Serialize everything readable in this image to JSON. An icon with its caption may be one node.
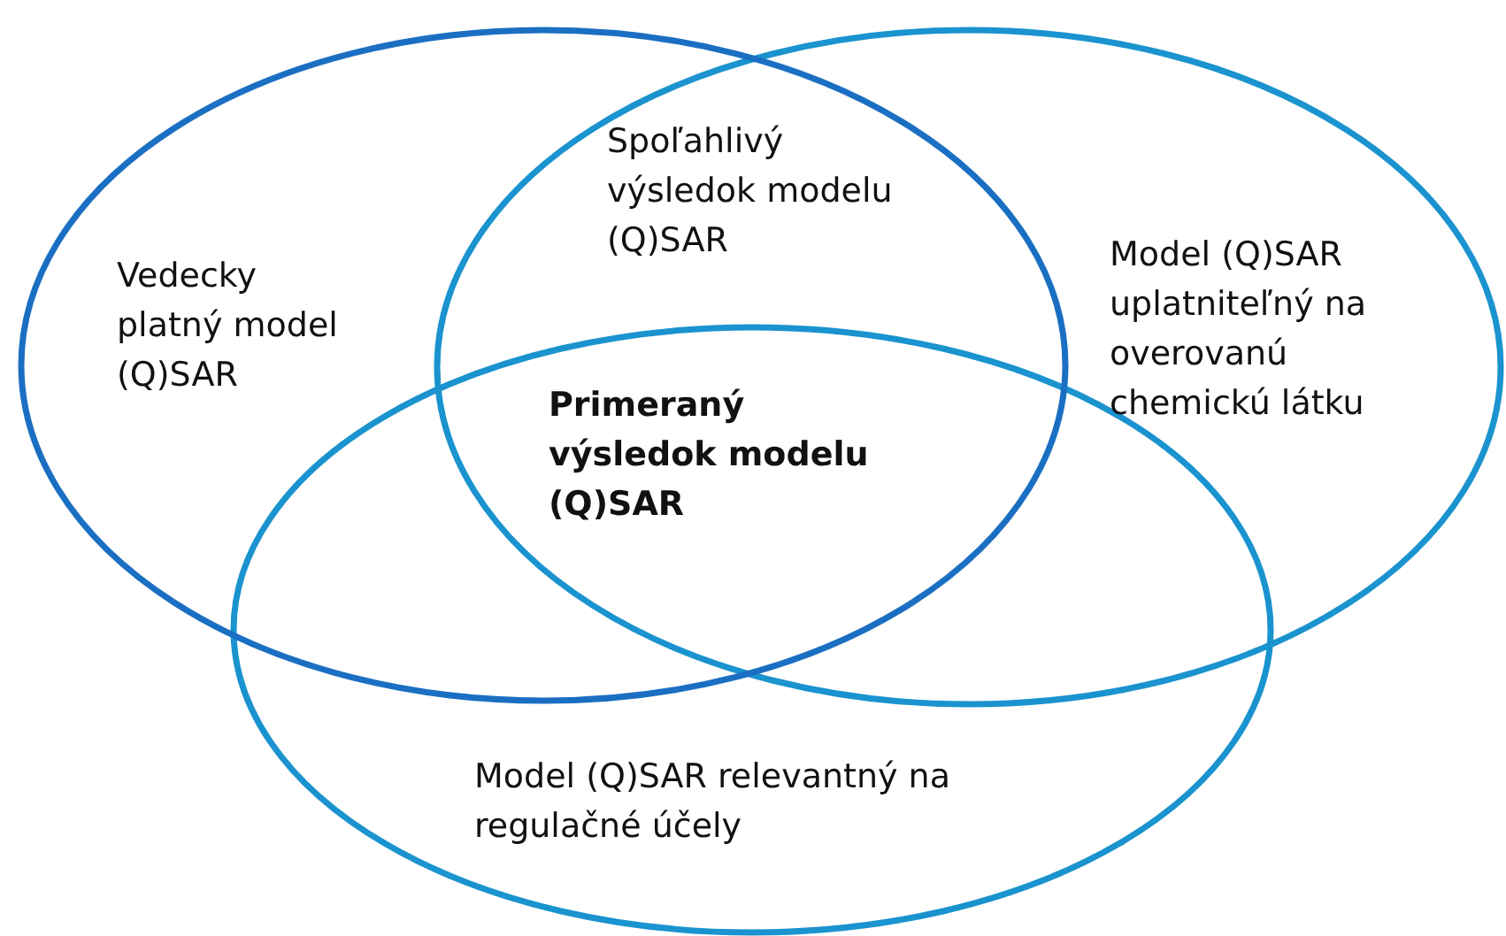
{
  "diagram": {
    "nodes": [
      {
        "text": [
          "Vedecky platný model (Q)SAR"
        ]
      },
      {
        "text": [
          "Model (Q)SAR uplatniteľný na overovanú chemickú látku"
        ]
      },
      {
        "text": [
          "Model (Q)SAR relevantný na regulačné účely"
        ]
      }
    ],
    "labels": [
      "Spoľahlivý výsledok modelu (Q)SAR",
      "Primeraný výsledok modelu (Q)SAR"
    ]
  }
}
